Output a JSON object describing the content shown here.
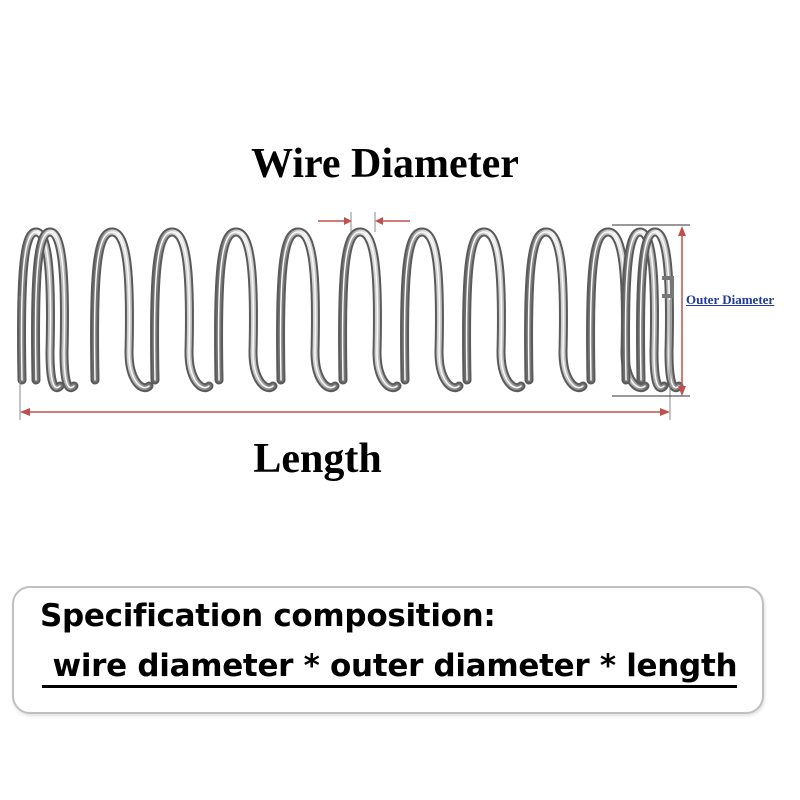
{
  "diagram": {
    "labels": {
      "wire_diameter": "Wire Diameter",
      "length": "Length",
      "outer_diameter": "Outer Diameter"
    },
    "specification": {
      "title": "Specification composition:",
      "formula": " wire diameter * outer diameter * length"
    },
    "colors": {
      "dimension_line": "#c0504d",
      "outer_diameter_text": "#1f3a9a",
      "spring_metal": "#a9a9a9",
      "box_border": "#bfbfbf"
    }
  }
}
